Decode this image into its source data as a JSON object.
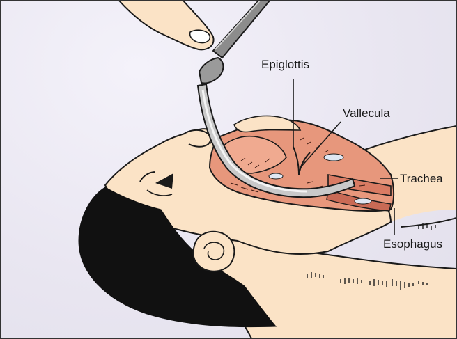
{
  "labels": {
    "epiglottis": "Epiglottis",
    "vallecula": "Vallecula",
    "trachea": "Trachea",
    "esophagus": "Esophagus"
  },
  "colors": {
    "background": "#e9e6f1",
    "skin": "#fbe3c6",
    "hair": "#111111",
    "airway_tissue": "#e7977c",
    "instrument": "#8c8c8c",
    "outline": "#1a1a1a"
  },
  "icons": {
    "instrument": "laryngoscope-icon"
  }
}
